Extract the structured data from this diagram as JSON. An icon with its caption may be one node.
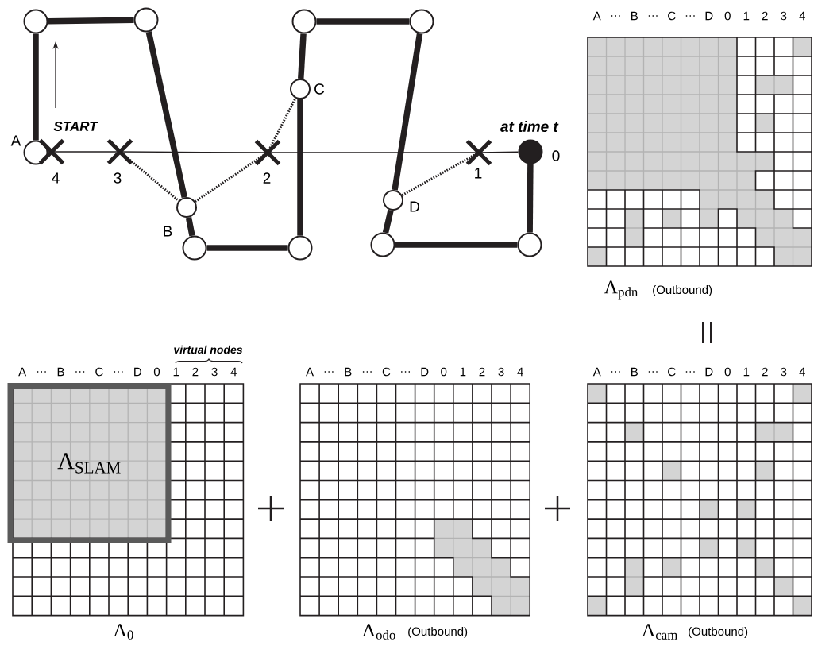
{
  "diagram": {
    "nodes": [
      {
        "text": [],
        "shape": "circle"
      },
      {
        "text": [],
        "shape": "circle"
      },
      {
        "text": [],
        "shape": "circle"
      },
      {
        "text": [],
        "shape": "circle"
      },
      {
        "text": [],
        "shape": "circle",
        "beside": [
          "C"
        ]
      },
      {
        "text": [],
        "shape": "circle",
        "beside": [
          "A"
        ]
      },
      {
        "text": [],
        "shape": "cross",
        "beside": [
          "4"
        ]
      },
      {
        "text": [],
        "shape": "cross",
        "beside": [
          "3"
        ]
      },
      {
        "text": [],
        "shape": "cross",
        "beside": [
          "2"
        ]
      },
      {
        "text": [],
        "shape": "cross",
        "beside": [
          "1"
        ]
      },
      {
        "text": [],
        "shape": "circle",
        "beside": [
          "at time t",
          "0"
        ]
      },
      {
        "text": [],
        "shape": "circle",
        "beside": [
          "D"
        ]
      },
      {
        "text": [],
        "shape": "circle",
        "beside": [
          "B"
        ]
      },
      {
        "text": [],
        "shape": "circle"
      },
      {
        "text": [],
        "shape": "circle"
      },
      {
        "text": [],
        "shape": "circle"
      },
      {
        "text": [],
        "shape": "circle"
      },
      {
        "text": [
          "Λ$_{SLAM}$"
        ]
      }
    ],
    "edges": [
      {
        "from": 5,
        "to": 0,
        "arrow": "none"
      },
      {
        "from": 0,
        "to": 1,
        "arrow": "none"
      },
      {
        "from": 1,
        "to": 12,
        "arrow": "none"
      },
      {
        "from": 12,
        "to": 13,
        "arrow": "none"
      },
      {
        "from": 13,
        "to": 14,
        "arrow": "none"
      },
      {
        "from": 14,
        "to": 4,
        "arrow": "none"
      },
      {
        "from": 4,
        "to": 2,
        "arrow": "none"
      },
      {
        "from": 2,
        "to": 3,
        "arrow": "none"
      },
      {
        "from": 3,
        "to": 11,
        "arrow": "none"
      },
      {
        "from": 11,
        "to": 15,
        "arrow": "none"
      },
      {
        "from": 15,
        "to": 16,
        "arrow": "none"
      },
      {
        "from": 16,
        "to": 10,
        "arrow": "none"
      },
      {
        "from": 5,
        "to": 6,
        "arrow": "none"
      },
      {
        "from": 6,
        "to": 7,
        "arrow": "none"
      },
      {
        "from": 7,
        "to": 8,
        "arrow": "none"
      },
      {
        "from": 8,
        "to": 9,
        "arrow": "none"
      },
      {
        "from": 9,
        "to": 10,
        "arrow": "none"
      },
      {
        "from": 7,
        "to": 12,
        "arrow": "none",
        "style": "dashed"
      },
      {
        "from": 12,
        "to": 8,
        "arrow": "none",
        "style": "dashed"
      },
      {
        "from": 8,
        "to": 4,
        "arrow": "none",
        "style": "dashed"
      },
      {
        "from": 9,
        "to": 11,
        "arrow": "none",
        "style": "dashed"
      }
    ],
    "labels": [
      "START",
      "A",
      "…",
      "B",
      "…",
      "C",
      "…",
      "D",
      "0",
      "1",
      "2",
      "3",
      "4",
      "Λ$_{pdn}$",
      "(Outbound)",
      "virtual nodes",
      "A",
      "…",
      "B",
      "…",
      "C",
      "…",
      "D",
      "0",
      "1",
      "2",
      "3",
      "4",
      "A",
      "…",
      "B",
      "…",
      "C",
      "…",
      "D",
      "0",
      "1",
      "2",
      "3",
      "4",
      "A",
      "…",
      "B",
      "…",
      "C",
      "…",
      "D",
      "0",
      "1",
      "2",
      "3",
      "4",
      "Λ$_{0}$",
      "Λ$_{odo}$",
      "(Outbound)",
      "Λ$_{cam}$",
      "(Outbound)"
    ]
  }
}
